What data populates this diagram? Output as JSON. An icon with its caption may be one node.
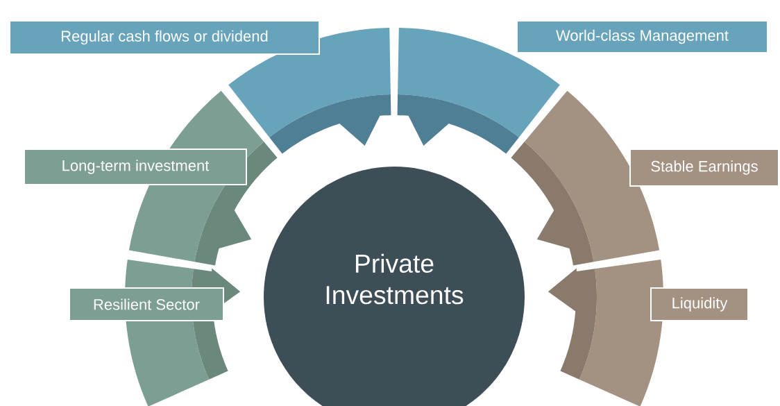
{
  "diagram": {
    "nodes": [
      {
        "text": [
          "Regular cash flows or dividend"
        ]
      },
      {
        "text": [
          "World-class Management"
        ]
      },
      {
        "text": [
          "Long-term investment"
        ]
      },
      {
        "text": [
          "Stable Earnings"
        ]
      },
      {
        "text": [
          "Private Investments"
        ]
      },
      {
        "text": [
          "Resilient Sector"
        ]
      },
      {
        "text": [
          "Liquidity"
        ]
      }
    ]
  }
}
